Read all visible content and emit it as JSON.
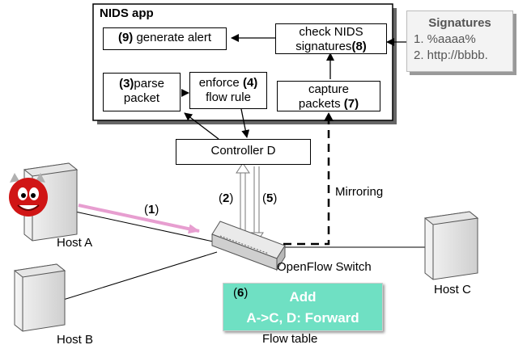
{
  "nids_app": {
    "title": "NIDS app",
    "generate_alert": {
      "num": "9",
      "text": "generate alert"
    },
    "check_signatures": {
      "line1": "check NIDS",
      "line2": "signatures",
      "num": "8"
    },
    "parse_packet": {
      "num": "3",
      "line1": "parse",
      "line2": "packet"
    },
    "enforce_rule": {
      "line1": "enforce",
      "num": "4",
      "line2": "flow rule"
    },
    "capture_packets": {
      "line1": "capture",
      "line2": "packets",
      "num": "7"
    }
  },
  "signatures": {
    "title": "Signatures",
    "items": [
      "1. %aaaa%",
      "2. http://bbbb."
    ]
  },
  "controller": {
    "label": "Controller D"
  },
  "steps": {
    "s1": "1",
    "s2": "2",
    "s5": "5"
  },
  "mirroring_label": "Mirroring",
  "hosts": {
    "a": "Host A",
    "b": "Host B",
    "c": "Host C"
  },
  "switch_label": "OpenFlow Switch",
  "flow_table": {
    "num": "6",
    "line1": "Add",
    "line2": "A->C, D: Forward",
    "caption": "Flow table"
  },
  "colors": {
    "flow_table_bg": "#6fe0c3",
    "flow_table_text": "#ffffff",
    "request_arrow": "#e79ed0",
    "signatures_bg": "#f3f3f3"
  }
}
